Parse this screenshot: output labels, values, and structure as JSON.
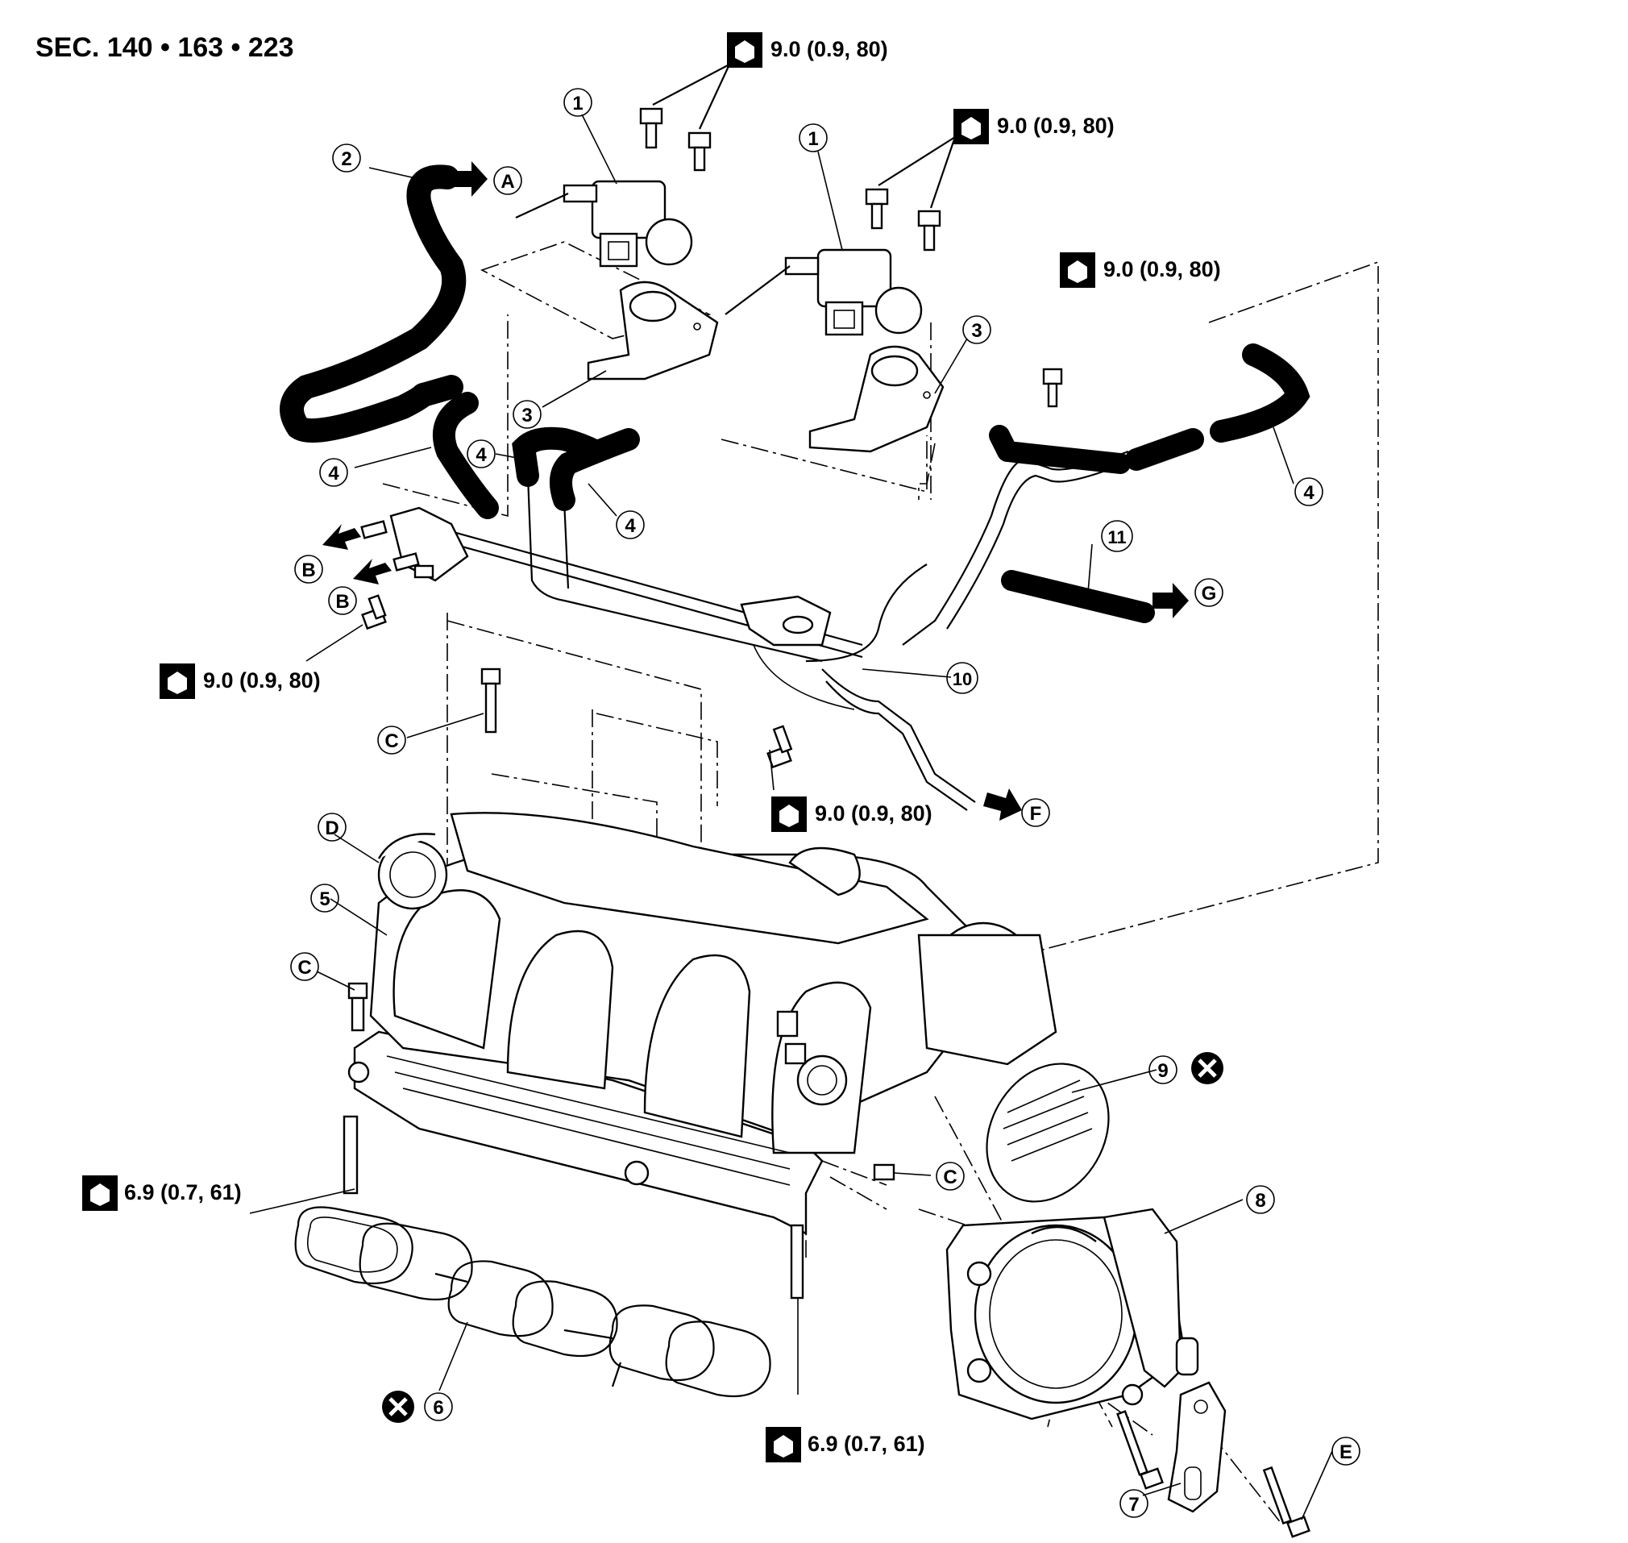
{
  "section_title": "SEC. 140 • 163 • 223",
  "torque_icon": "torque-wrench-icon",
  "discard_icon": "do-not-reuse-icon",
  "torques": [
    "9.0 (0.9, 80)",
    "9.0 (0.9, 80)",
    "9.0 (0.9, 80)",
    "9.0 (0.9, 80)",
    "9.0 (0.9, 80)",
    "6.9 (0.7, 61)",
    "6.9 (0.7, 61)"
  ],
  "callouts": [
    "1",
    "1",
    "2",
    "3",
    "3",
    "4",
    "4",
    "4",
    "4",
    "5",
    "6",
    "7",
    "8",
    "9",
    "10",
    "11"
  ],
  "letters": [
    "A",
    "B",
    "B",
    "C",
    "C",
    "C",
    "D",
    "E",
    "F",
    "G"
  ]
}
